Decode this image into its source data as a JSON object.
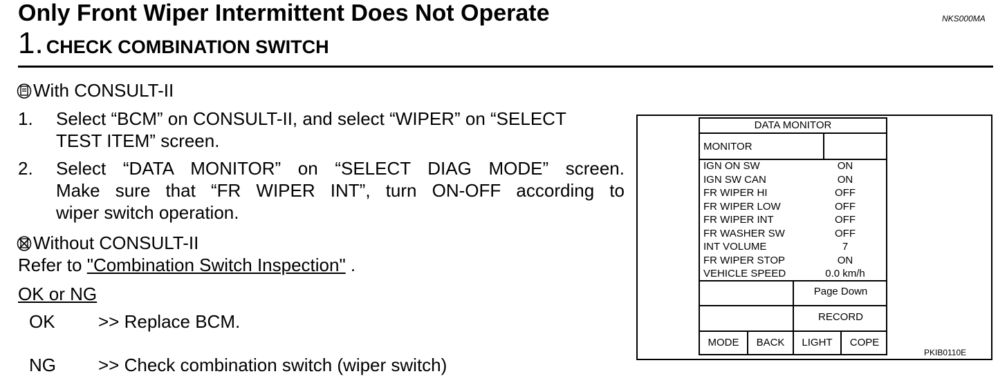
{
  "header": {
    "title": "Only Front Wiper Intermittent Does Not Operate",
    "ref_code": "NKS000MA",
    "step_number": "1.",
    "step_title": "CHECK COMBINATION SWITCH"
  },
  "with_consult": {
    "heading": "With CONSULT-II",
    "icon": "consult-tool-icon",
    "steps": [
      {
        "num": "1.",
        "lines": [
          "Select “BCM” on CONSULT-II, and select “WIPER” on “SELECT",
          "TEST ITEM” screen."
        ]
      },
      {
        "num": "2.",
        "lines": [
          "Select “DATA MONITOR” on “SELECT DIAG MODE” screen.",
          "Make sure that “FR WIPER INT”, turn ON-OFF according to",
          "wiper switch operation."
        ]
      }
    ]
  },
  "without_consult": {
    "heading": "Without CONSULT-II",
    "icon": "no-consult-tool-icon",
    "refer_prefix": "Refer to ",
    "refer_link": "\"Combination Switch Inspection\"",
    "refer_suffix": " ."
  },
  "result": {
    "heading": "OK or NG",
    "ok_label": "OK",
    "ok_action": ">> Replace BCM.",
    "ng_label": "NG",
    "ng_action": ">> Check  combination  switch  (wiper switch)"
  },
  "monitor": {
    "title": "DATA MONITOR",
    "header_label": "MONITOR",
    "rows": [
      {
        "label": "IGN ON SW",
        "value": "ON"
      },
      {
        "label": "IGN SW CAN",
        "value": "ON"
      },
      {
        "label": "FR WIPER HI",
        "value": "OFF"
      },
      {
        "label": "FR WIPER LOW",
        "value": "OFF"
      },
      {
        "label": "FR WIPER INT",
        "value": "OFF"
      },
      {
        "label": "FR WASHER SW",
        "value": "OFF"
      },
      {
        "label": "INT VOLUME",
        "value": "7"
      },
      {
        "label": "FR WIPER STOP",
        "value": "ON"
      },
      {
        "label": "VEHICLE SPEED",
        "value": "0.0  km/h"
      }
    ],
    "page_down": "Page Down",
    "record": "RECORD",
    "buttons": [
      "MODE",
      "BACK",
      "LIGHT",
      "COPE"
    ],
    "figure_code": "PKIB0110E"
  }
}
